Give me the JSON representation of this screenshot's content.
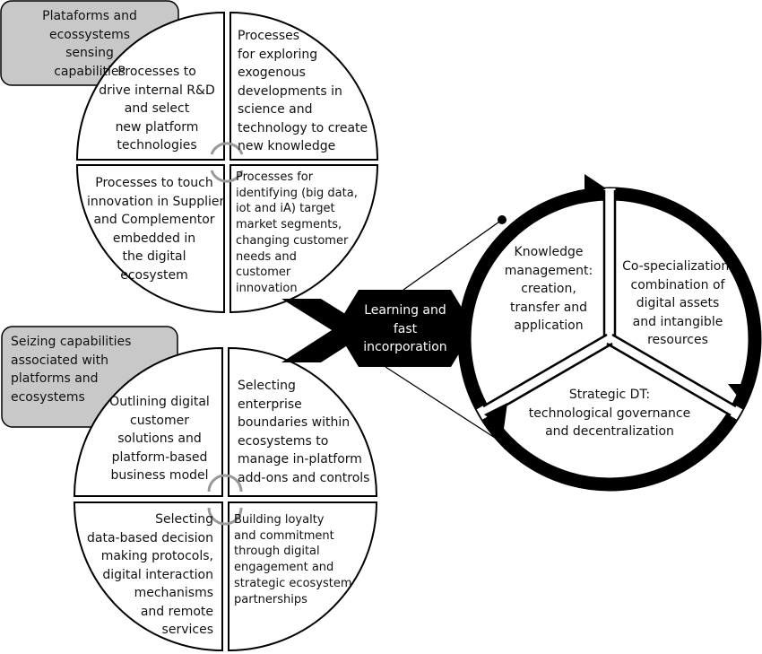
{
  "sensing": {
    "label": "Plataforms and\necossystems\nsensing\ncapabilities",
    "q1": "Processes to\ndrive internal R&D\nand select\nnew platform\ntechnologies",
    "q2": "Processes\nfor exploring\nexogenous\ndevelopments in\nscience and\ntechnology to create\nnew knowledge",
    "q3": "Processes to touch\ninnovation in Supplier\nand Complementor\nembedded in\nthe digital\necosystem",
    "q4": "Processes for\nidentifying (big data,\niot and iA) target\nmarket segments,\nchanging customer\nneeds and\ncustomer\ninnovation"
  },
  "seizing": {
    "label": "Seizing capabilities\nassociated with\nplatforms and\necosystems",
    "q1": "Outlining digital\ncustomer\nsolutions and\nplatform-based\nbusiness model",
    "q2": "Selecting\nenterprise\nboundaries within\necosystems to\nmanage in-platform\nadd-ons and controls",
    "q3": "Selecting\ndata-based decision\nmaking protocols,\ndigital interaction\nmechanisms\nand remote\nservices",
    "q4": "Building loyalty\nand commitment\nthrough digital\nengagement and\nstrategic ecosystem\npartnerships"
  },
  "hub": {
    "label": "Learning and\nfast\nincorporation"
  },
  "cycle": {
    "knowledge": "Knowledge\nmanagement:\ncreation,\ntransfer and\napplication",
    "cospecialization": "Co-specialization:\ncombination of\ndigital assets\nand intangible\nresources",
    "strategic": "Strategic DT:\ntechnological governance\nand decentralization"
  },
  "colors": {
    "label_box": "#c8c8c8",
    "stroke": "#000000",
    "connector": "#999999",
    "hub_fill": "#000000",
    "text": "#111111",
    "hub_text": "#ffffff"
  }
}
